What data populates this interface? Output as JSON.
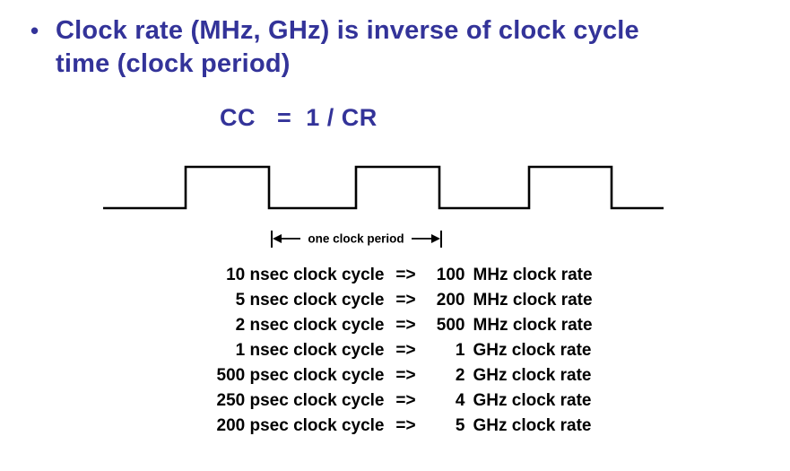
{
  "slide": {
    "bullet_char": "•",
    "title_lines": [
      "Clock rate (MHz, GHz) is inverse of clock cycle",
      "time (clock period)"
    ],
    "formula": "CC   =  1 / CR",
    "waveform": {
      "period_label": "one clock period"
    },
    "conversions": [
      {
        "cycle": "10 nsec clock cycle",
        "arrow": "=>",
        "value": "100",
        "unit": "MHz clock rate"
      },
      {
        "cycle": "5 nsec clock cycle",
        "arrow": "=>",
        "value": "200",
        "unit": "MHz clock rate"
      },
      {
        "cycle": "2 nsec clock cycle",
        "arrow": "=>",
        "value": "500",
        "unit": "MHz clock rate"
      },
      {
        "cycle": "1 nsec clock cycle",
        "arrow": "=>",
        "value": "1",
        "unit": "GHz clock rate"
      },
      {
        "cycle": "500 psec clock cycle",
        "arrow": "=>",
        "value": "2",
        "unit": "GHz clock rate"
      },
      {
        "cycle": "250 psec clock cycle",
        "arrow": "=>",
        "value": "4",
        "unit": "GHz clock rate"
      },
      {
        "cycle": "200 psec clock cycle",
        "arrow": "=>",
        "value": "5",
        "unit": "GHz clock rate"
      }
    ]
  },
  "colors": {
    "heading": "#333399",
    "body-text": "#000000",
    "background": "#ffffff",
    "waveform": "#000000"
  }
}
